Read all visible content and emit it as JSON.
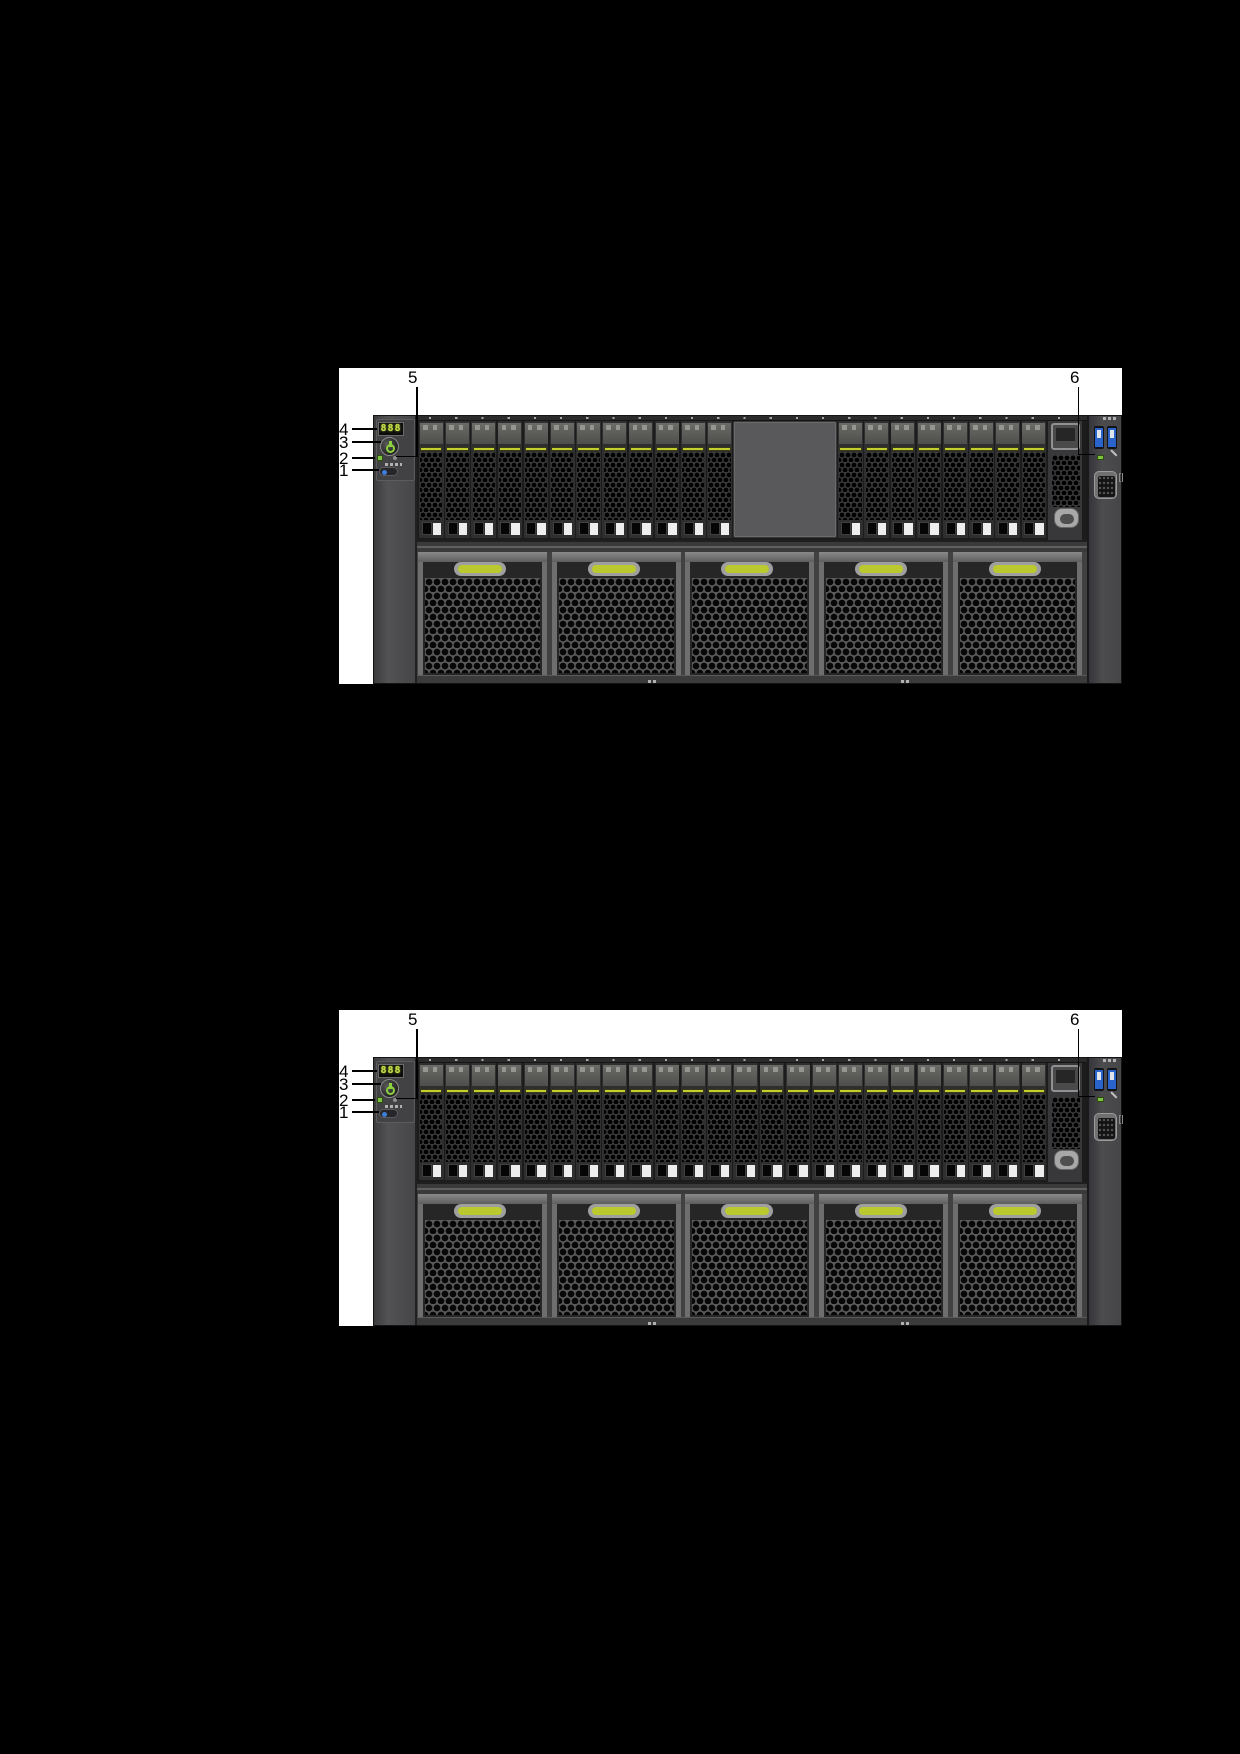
{
  "page": {
    "background_color": "#000000"
  },
  "figures": [
    {
      "title": "server-front-view-with-blank-filler",
      "callout_labels": {
        "n1": "1",
        "n2": "2",
        "n3": "3",
        "n4": "4",
        "n5": "5",
        "n6": "6"
      },
      "diagnostic_display_value": "888",
      "drive_groups": [
        {
          "type": "drives",
          "count": 12
        },
        {
          "type": "blank",
          "count": 4
        },
        {
          "type": "drives",
          "count": 8
        }
      ],
      "slot_tick_count": 25,
      "fan_count": 5
    },
    {
      "title": "server-front-view-fully-populated",
      "callout_labels": {
        "n1": "1",
        "n2": "2",
        "n3": "3",
        "n4": "4",
        "n5": "5",
        "n6": "6"
      },
      "diagnostic_display_value": "888",
      "drive_groups": [
        {
          "type": "drives",
          "count": 24
        }
      ],
      "slot_tick_count": 25,
      "fan_count": 5
    }
  ],
  "colors": {
    "figure_background": "#ffffff",
    "chassis": "#414141",
    "accent_yellow_green": "#c3cf2c",
    "led_green": "#7fc241",
    "usb_blue": "#2b63cc",
    "uid_blue": "#3e7ed8",
    "display_green": "#cbe24d",
    "callout": "#000000"
  }
}
